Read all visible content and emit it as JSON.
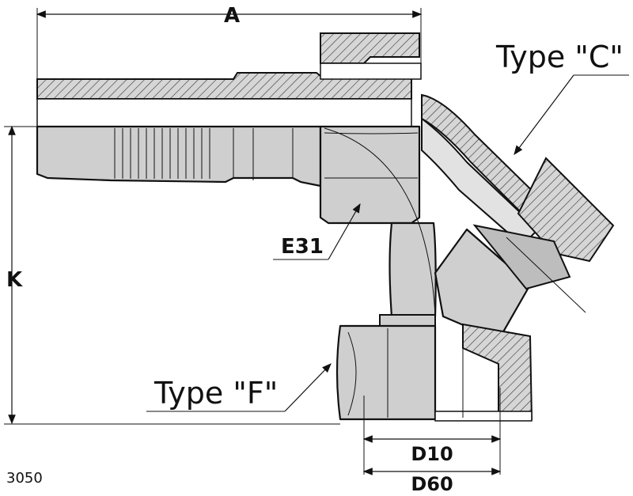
{
  "labels": {
    "dim_a": "A",
    "dim_k": "K",
    "type_c": "Type \"C\"",
    "type_f": "Type \"F\"",
    "e31": "E31",
    "d10": "D10",
    "d60": "D60",
    "code": "3050"
  }
}
